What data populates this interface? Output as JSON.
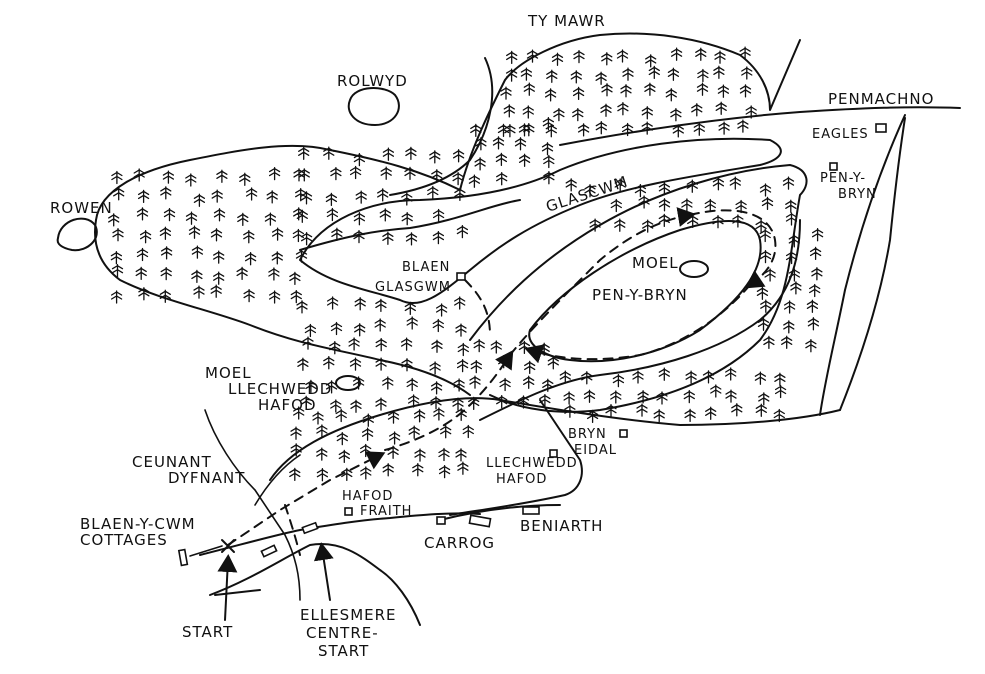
{
  "colors": {
    "ink": "#111111",
    "paper": "#ffffff"
  },
  "map": {
    "labels": {
      "ty_mawr": "TY MAWR",
      "rolwyd": "ROLWYD",
      "penmachno": "PENMACHNO",
      "eagles": "EAGLES",
      "pen_y_bryn_farm_1": "PEN-Y-",
      "pen_y_bryn_farm_2": "BRYN",
      "roewen": "ROWEN",
      "glascwm": "GLASCWM",
      "blaen_glasgwm_1": "BLAEN",
      "blaen_glasgwm_2": "GLASGWM",
      "moel_pen_y_bryn_1": "MOEL",
      "moel_pen_y_bryn_2": "PEN-Y-BRYN",
      "moel_llechwedd_hafod_1": "MOEL",
      "moel_llechwedd_hafod_2": "LLECHWEDD",
      "moel_llechwedd_hafod_3": "HAFOD",
      "bryn_eidal_1": "BRYN",
      "bryn_eidal_2": "EIDAL",
      "llechwedd_hafod_1": "LLECHWEDD",
      "llechwedd_hafod_2": "HAFOD",
      "ceunant_dyfnant_1": "CEUNANT",
      "ceunant_dyfnant_2": "DYFNANT",
      "hafod_fraith_1": "HAFOD",
      "hafod_fraith_2": "FRAITH",
      "blaen_y_cwm_1": "BLAEN-Y-CWM",
      "blaen_y_cwm_2": "COTTAGES",
      "carrog": "CARROG",
      "beniarth": "BENIARTH",
      "start": "START",
      "ellesmere_1": "ELLESMERE",
      "ellesmere_2": "CENTRE-",
      "ellesmere_3": "START"
    },
    "icons": [
      "tree-icon",
      "building-icon",
      "lake-icon",
      "route-arrow-icon",
      "start-cross-icon"
    ]
  }
}
